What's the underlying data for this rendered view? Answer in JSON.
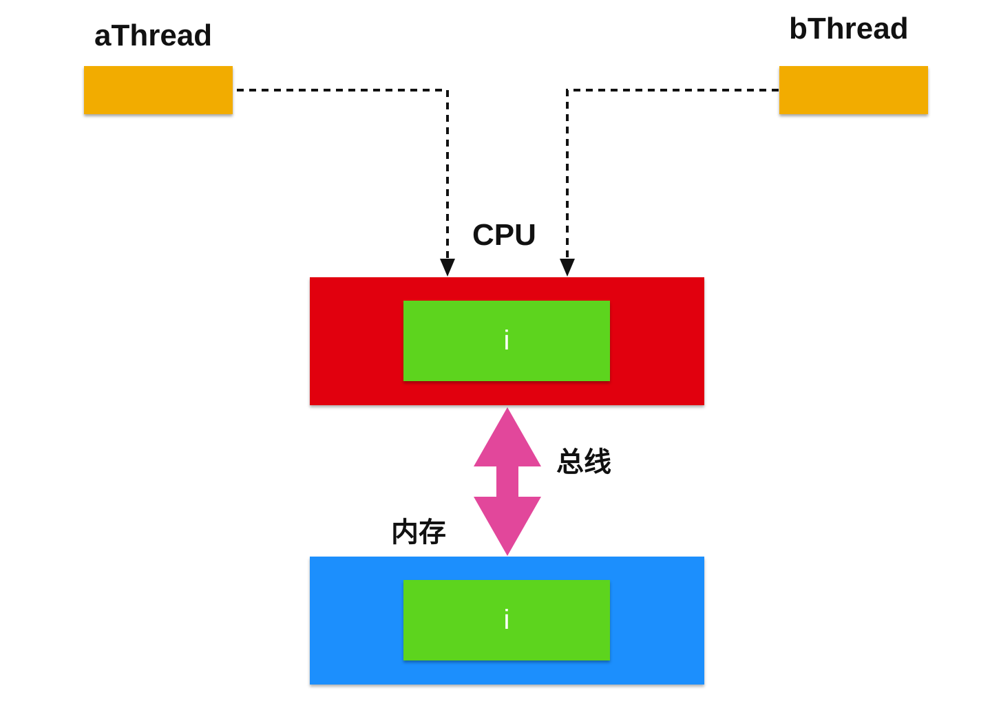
{
  "threads": {
    "a": {
      "label": "aThread"
    },
    "b": {
      "label": "bThread"
    }
  },
  "cpu": {
    "label": "CPU",
    "color": "#e1000e",
    "variable": "i"
  },
  "bus": {
    "label": "总线",
    "color": "#e2479b"
  },
  "memory": {
    "label": "内存",
    "color": "#1c8ffd",
    "variable": "i"
  },
  "colors": {
    "thread": "#f2ac00",
    "variable": "#5dd41e"
  }
}
